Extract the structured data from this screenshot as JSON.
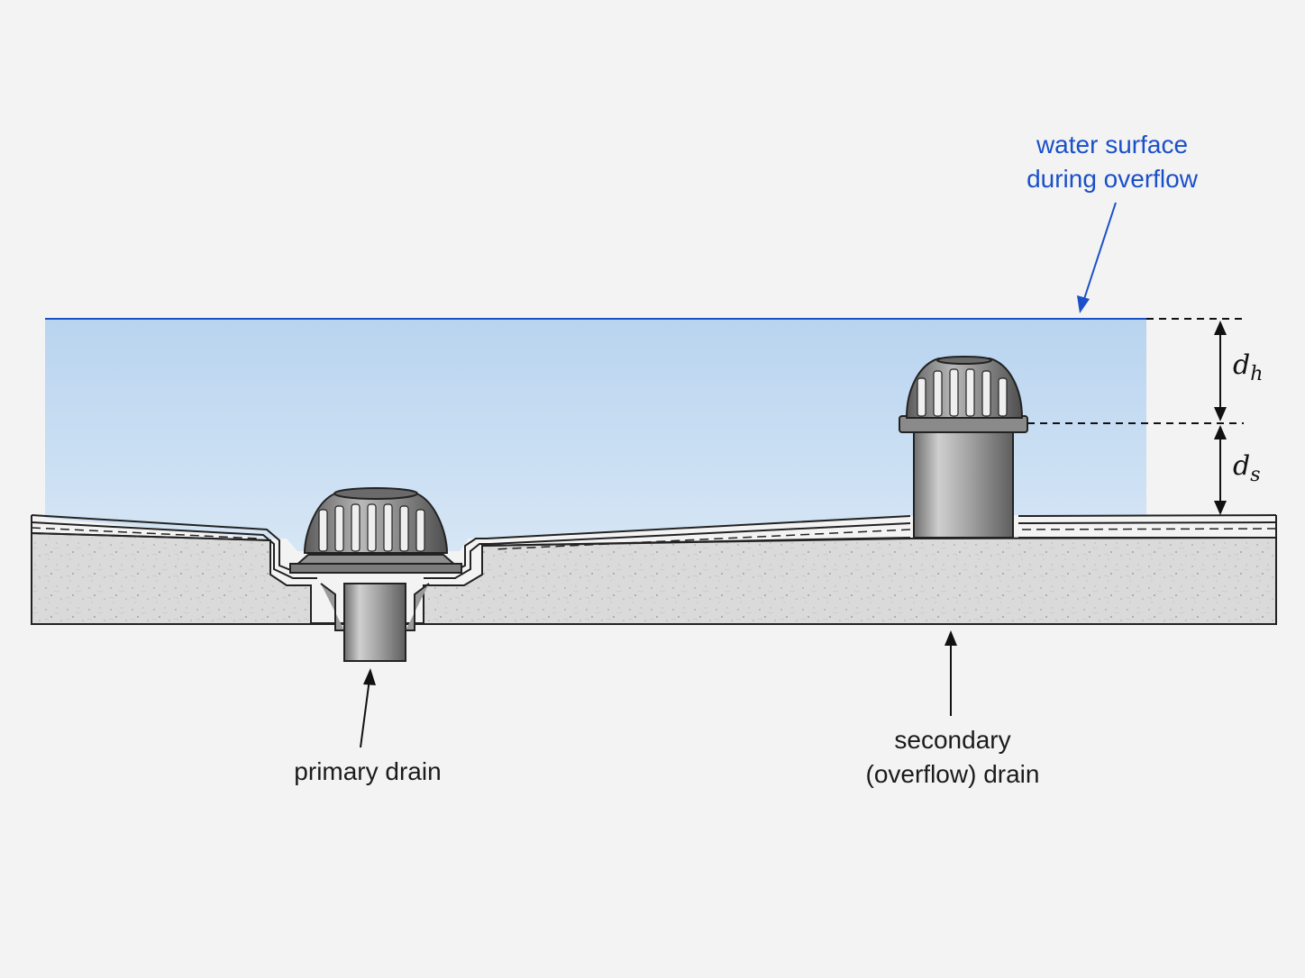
{
  "labels": {
    "water_surface": {
      "line1": "water surface",
      "line2": "during overflow"
    },
    "primary_drain": "primary drain",
    "secondary_drain": {
      "line1": "secondary",
      "line2": "(overflow) drain"
    },
    "dh": {
      "base": "d",
      "sub": "h"
    },
    "ds": {
      "base": "d",
      "sub": "s"
    }
  },
  "colors": {
    "water": "#c9def2",
    "water_line": "#1a50c8",
    "label_blue": "#1a50c8",
    "concrete": "#dcdcdc",
    "drain_metal": "#8c8c8c",
    "outline": "#222222"
  }
}
